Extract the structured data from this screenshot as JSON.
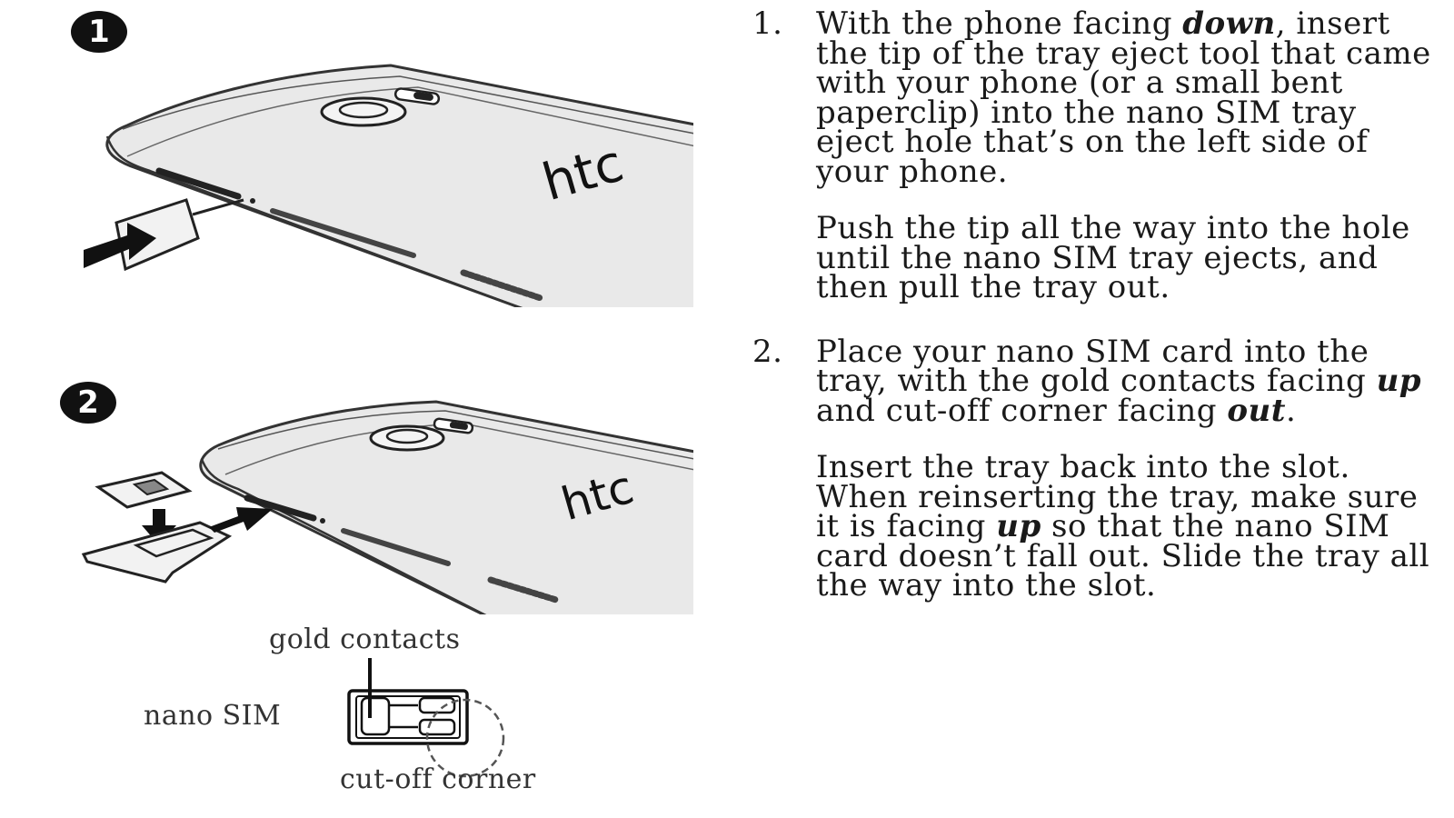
{
  "figure": {
    "badges": [
      "1",
      "2"
    ],
    "brand": "htc",
    "labels": {
      "gold_contacts": "gold contacts",
      "nano_sim": "nano SIM",
      "cutoff_corner": "cut-off corner"
    }
  },
  "steps": [
    {
      "number": "1.",
      "paragraphs": [
        {
          "parts": [
            {
              "t": "With the phone facing "
            },
            {
              "t": "down",
              "em": true
            },
            {
              "t": ", insert the tip of the tray eject tool that came with your phone (or a small bent paperclip) into the nano SIM tray eject hole that’s on the left side of your phone."
            }
          ]
        },
        {
          "parts": [
            {
              "t": "Push the tip all the way into the hole until the nano SIM tray ejects, and then pull the tray out."
            }
          ]
        }
      ]
    },
    {
      "number": "2.",
      "paragraphs": [
        {
          "parts": [
            {
              "t": "Place your nano SIM card into the tray, with the gold contacts facing "
            },
            {
              "t": "up",
              "em": true
            },
            {
              "t": " and cut-off corner facing "
            },
            {
              "t": "out",
              "em": true
            },
            {
              "t": "."
            }
          ]
        },
        {
          "parts": [
            {
              "t": "Insert the tray back into the slot. When reinserting the tray, make sure it is facing "
            },
            {
              "t": "up",
              "em": true
            },
            {
              "t": " so that the nano SIM card doesn’t fall out. Slide the tray all the way into the slot."
            }
          ]
        }
      ]
    }
  ]
}
